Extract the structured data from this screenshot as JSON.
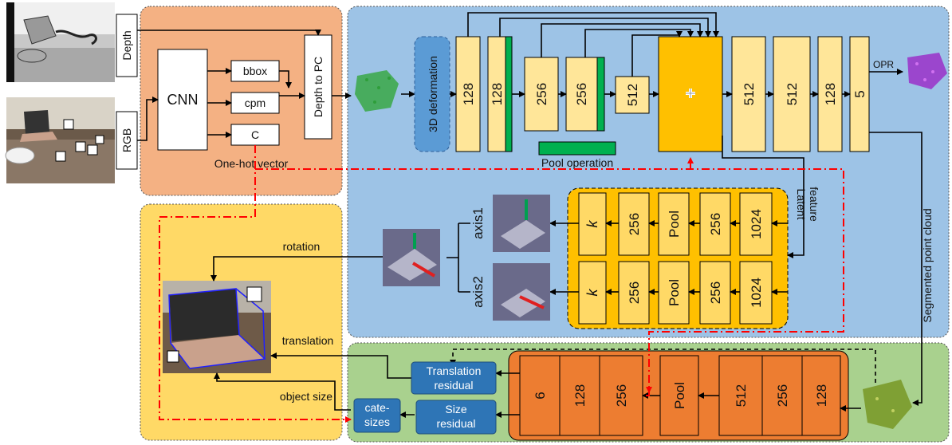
{
  "inputs": {
    "depth_label": "Depth",
    "rgb_label": "RGB"
  },
  "detector": {
    "cnn": "CNN",
    "bbox": "bbox",
    "cpm": "cpm",
    "c": "C",
    "depth_to_pc": "Depth to PC",
    "one_hot": "One-hot vector"
  },
  "segmentation": {
    "deform": "3D deformation",
    "encoder": [
      "128",
      "128",
      "256",
      "256",
      "512"
    ],
    "plus": "+",
    "decoder": [
      "512",
      "512",
      "128",
      "5"
    ],
    "pool_operation": "Pool operation",
    "opr": "OPR",
    "segmented_point_cloud": "Segmented point cloud"
  },
  "rotation": {
    "latent_feature_1": "Latent",
    "latent_feature_2": "feature",
    "row1": [
      "k",
      "256",
      "Pool",
      "256",
      "1024"
    ],
    "row2": [
      "k",
      "256",
      "Pool",
      "256",
      "1024"
    ],
    "axis1": "axis1",
    "axis2": "axis2"
  },
  "residual": {
    "blocks": [
      "6",
      "128",
      "256",
      "Pool",
      "512",
      "256",
      "128"
    ],
    "translation_residual_1": "Translation",
    "translation_residual_2": "residual",
    "size_residual_1": "Size",
    "size_residual_2": "residual",
    "cate_sizes_1": "cate-",
    "cate_sizes_2": "sizes"
  },
  "outputs": {
    "rotation": "rotation",
    "translation": "translation",
    "object_size": "object size"
  },
  "colors": {
    "detector_panel": "#f4b183",
    "seg_panel": "#9dc3e6",
    "output_panel": "#ffd966",
    "residual_panel": "#a9d18e",
    "yellow_block": "#ffe699",
    "orange_block": "#ed7d31",
    "green_bar": "#00b050",
    "blue_box": "#2e75b6",
    "red_dash": "#ff0000"
  }
}
